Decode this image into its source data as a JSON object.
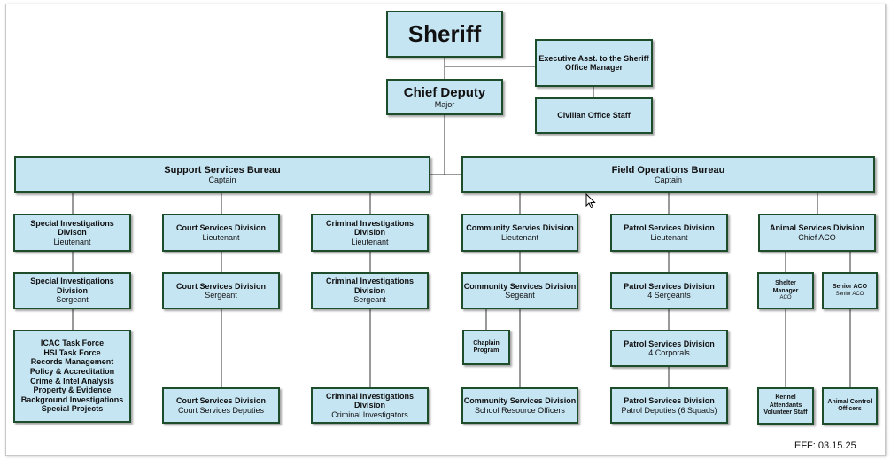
{
  "chart": {
    "sheriff": {
      "title": "Sheriff"
    },
    "exec_asst": {
      "title": "Executive Asst. to the Sheriff",
      "subtitle": "Office Manager"
    },
    "civilian_staff": {
      "title": "Civilian Office Staff"
    },
    "chief_deputy": {
      "title": "Chief Deputy",
      "subtitle": "Major"
    },
    "support_bureau": {
      "title": "Support Services Bureau",
      "subtitle": "Captain"
    },
    "field_bureau": {
      "title": "Field Operations Bureau",
      "subtitle": "Captain"
    },
    "special_inv": {
      "lt": {
        "title": "Special Investigations Divison",
        "subtitle": "Lieutenant"
      },
      "sgt": {
        "title": "Special Investigations Division",
        "subtitle": "Sergeant"
      },
      "units": [
        "ICAC Task Force",
        "HSI Task Force",
        "Records Management",
        "Policy & Accreditation",
        "Crime & Intel Analysis",
        "Property & Evidence",
        "Background Investigations",
        "Special Projects"
      ]
    },
    "court": {
      "lt": {
        "title": "Court Services Division",
        "subtitle": "Lieutenant"
      },
      "sgt": {
        "title": "Court Services Division",
        "subtitle": "Sergeant"
      },
      "deputies": {
        "title": "Court Services Division",
        "subtitle": "Court Services Deputies"
      }
    },
    "criminal_inv": {
      "lt": {
        "title": "Criminal Investigations Division",
        "subtitle": "Lieutenant"
      },
      "sgt": {
        "title": "Criminal Investigations Division",
        "subtitle": "Sergeant"
      },
      "investigators": {
        "title": "Criminal Investigations Division",
        "subtitle": "Criminal Investigators"
      }
    },
    "community": {
      "lt": {
        "title": "Community Servies Division",
        "subtitle": "Lieutenant"
      },
      "sgt": {
        "title": "Community Services Division",
        "subtitle": "Segeant"
      },
      "chaplain": {
        "title_1": "Chaplain",
        "title_2": "Program"
      },
      "sro": {
        "title": "Community Services Division",
        "subtitle": "School Resource Officers"
      }
    },
    "patrol": {
      "lt": {
        "title": "Patrol Services Division",
        "subtitle": "Lieutenant"
      },
      "sgt": {
        "title": "Patrol Services Division",
        "subtitle": "4 Sergeants"
      },
      "cpl": {
        "title": "Patrol Services Division",
        "subtitle": "4 Corporals"
      },
      "deputies": {
        "title": "Patrol Services Division",
        "subtitle": "Patrol Deputies (6 Squads)"
      }
    },
    "animal": {
      "chief": {
        "title": "Animal Services Division",
        "subtitle": "Chief ACO"
      },
      "shelter_mgr": {
        "title_1": "Shelter",
        "title_2": "Manager",
        "subtitle": "ACO"
      },
      "senior_aco": {
        "title": "Senior ACO",
        "subtitle": "Senior ACO"
      },
      "kennel": {
        "title_1": "Kennel",
        "title_2": "Attendants",
        "title_3": "Volunteer Staff"
      },
      "aco": {
        "title_1": "Animal Control",
        "title_2": "Officers"
      }
    }
  },
  "effective_date": "EFF: 03.15.25"
}
